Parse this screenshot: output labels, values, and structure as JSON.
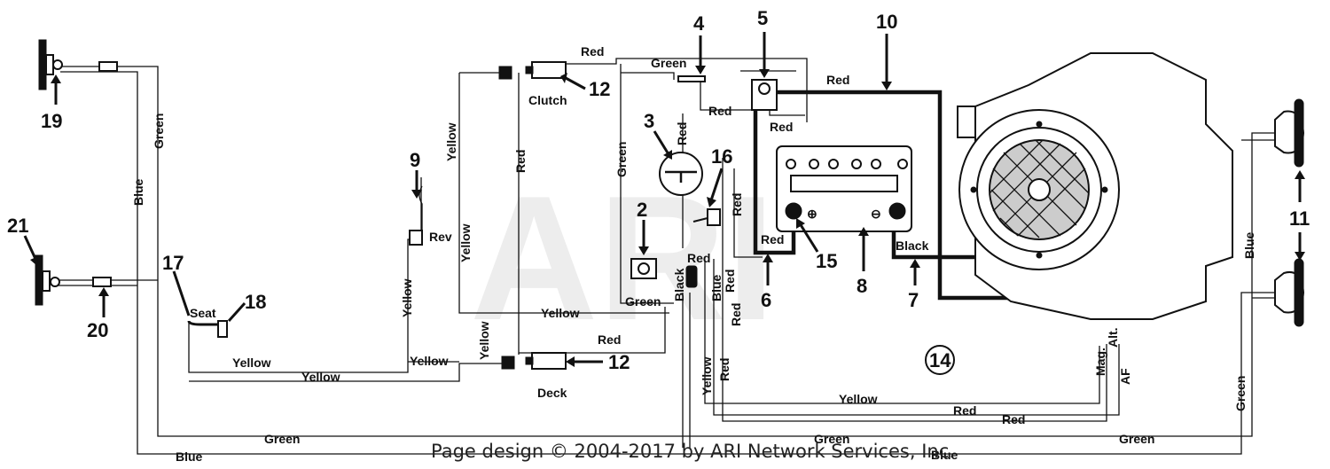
{
  "watermark": "ARI",
  "footer": "Page design © 2004-2017 by ARI Network Services, Inc.",
  "callouts": [
    "2",
    "3",
    "4",
    "5",
    "6",
    "7",
    "8",
    "9",
    "10",
    "11",
    "12",
    "12",
    "14",
    "15",
    "16",
    "17",
    "18",
    "19",
    "20",
    "21"
  ],
  "component_labels": {
    "clutch": "Clutch",
    "deck": "Deck",
    "rev": "Rev",
    "seat": "Seat",
    "mag": "Mag.",
    "alt": "Alt.",
    "af": "AF",
    "plus": "⊕",
    "minus": "⊖"
  },
  "wire_labels": {
    "red": "Red",
    "green": "Green",
    "blue": "Blue",
    "yellow": "Yellow",
    "black": "Black"
  }
}
